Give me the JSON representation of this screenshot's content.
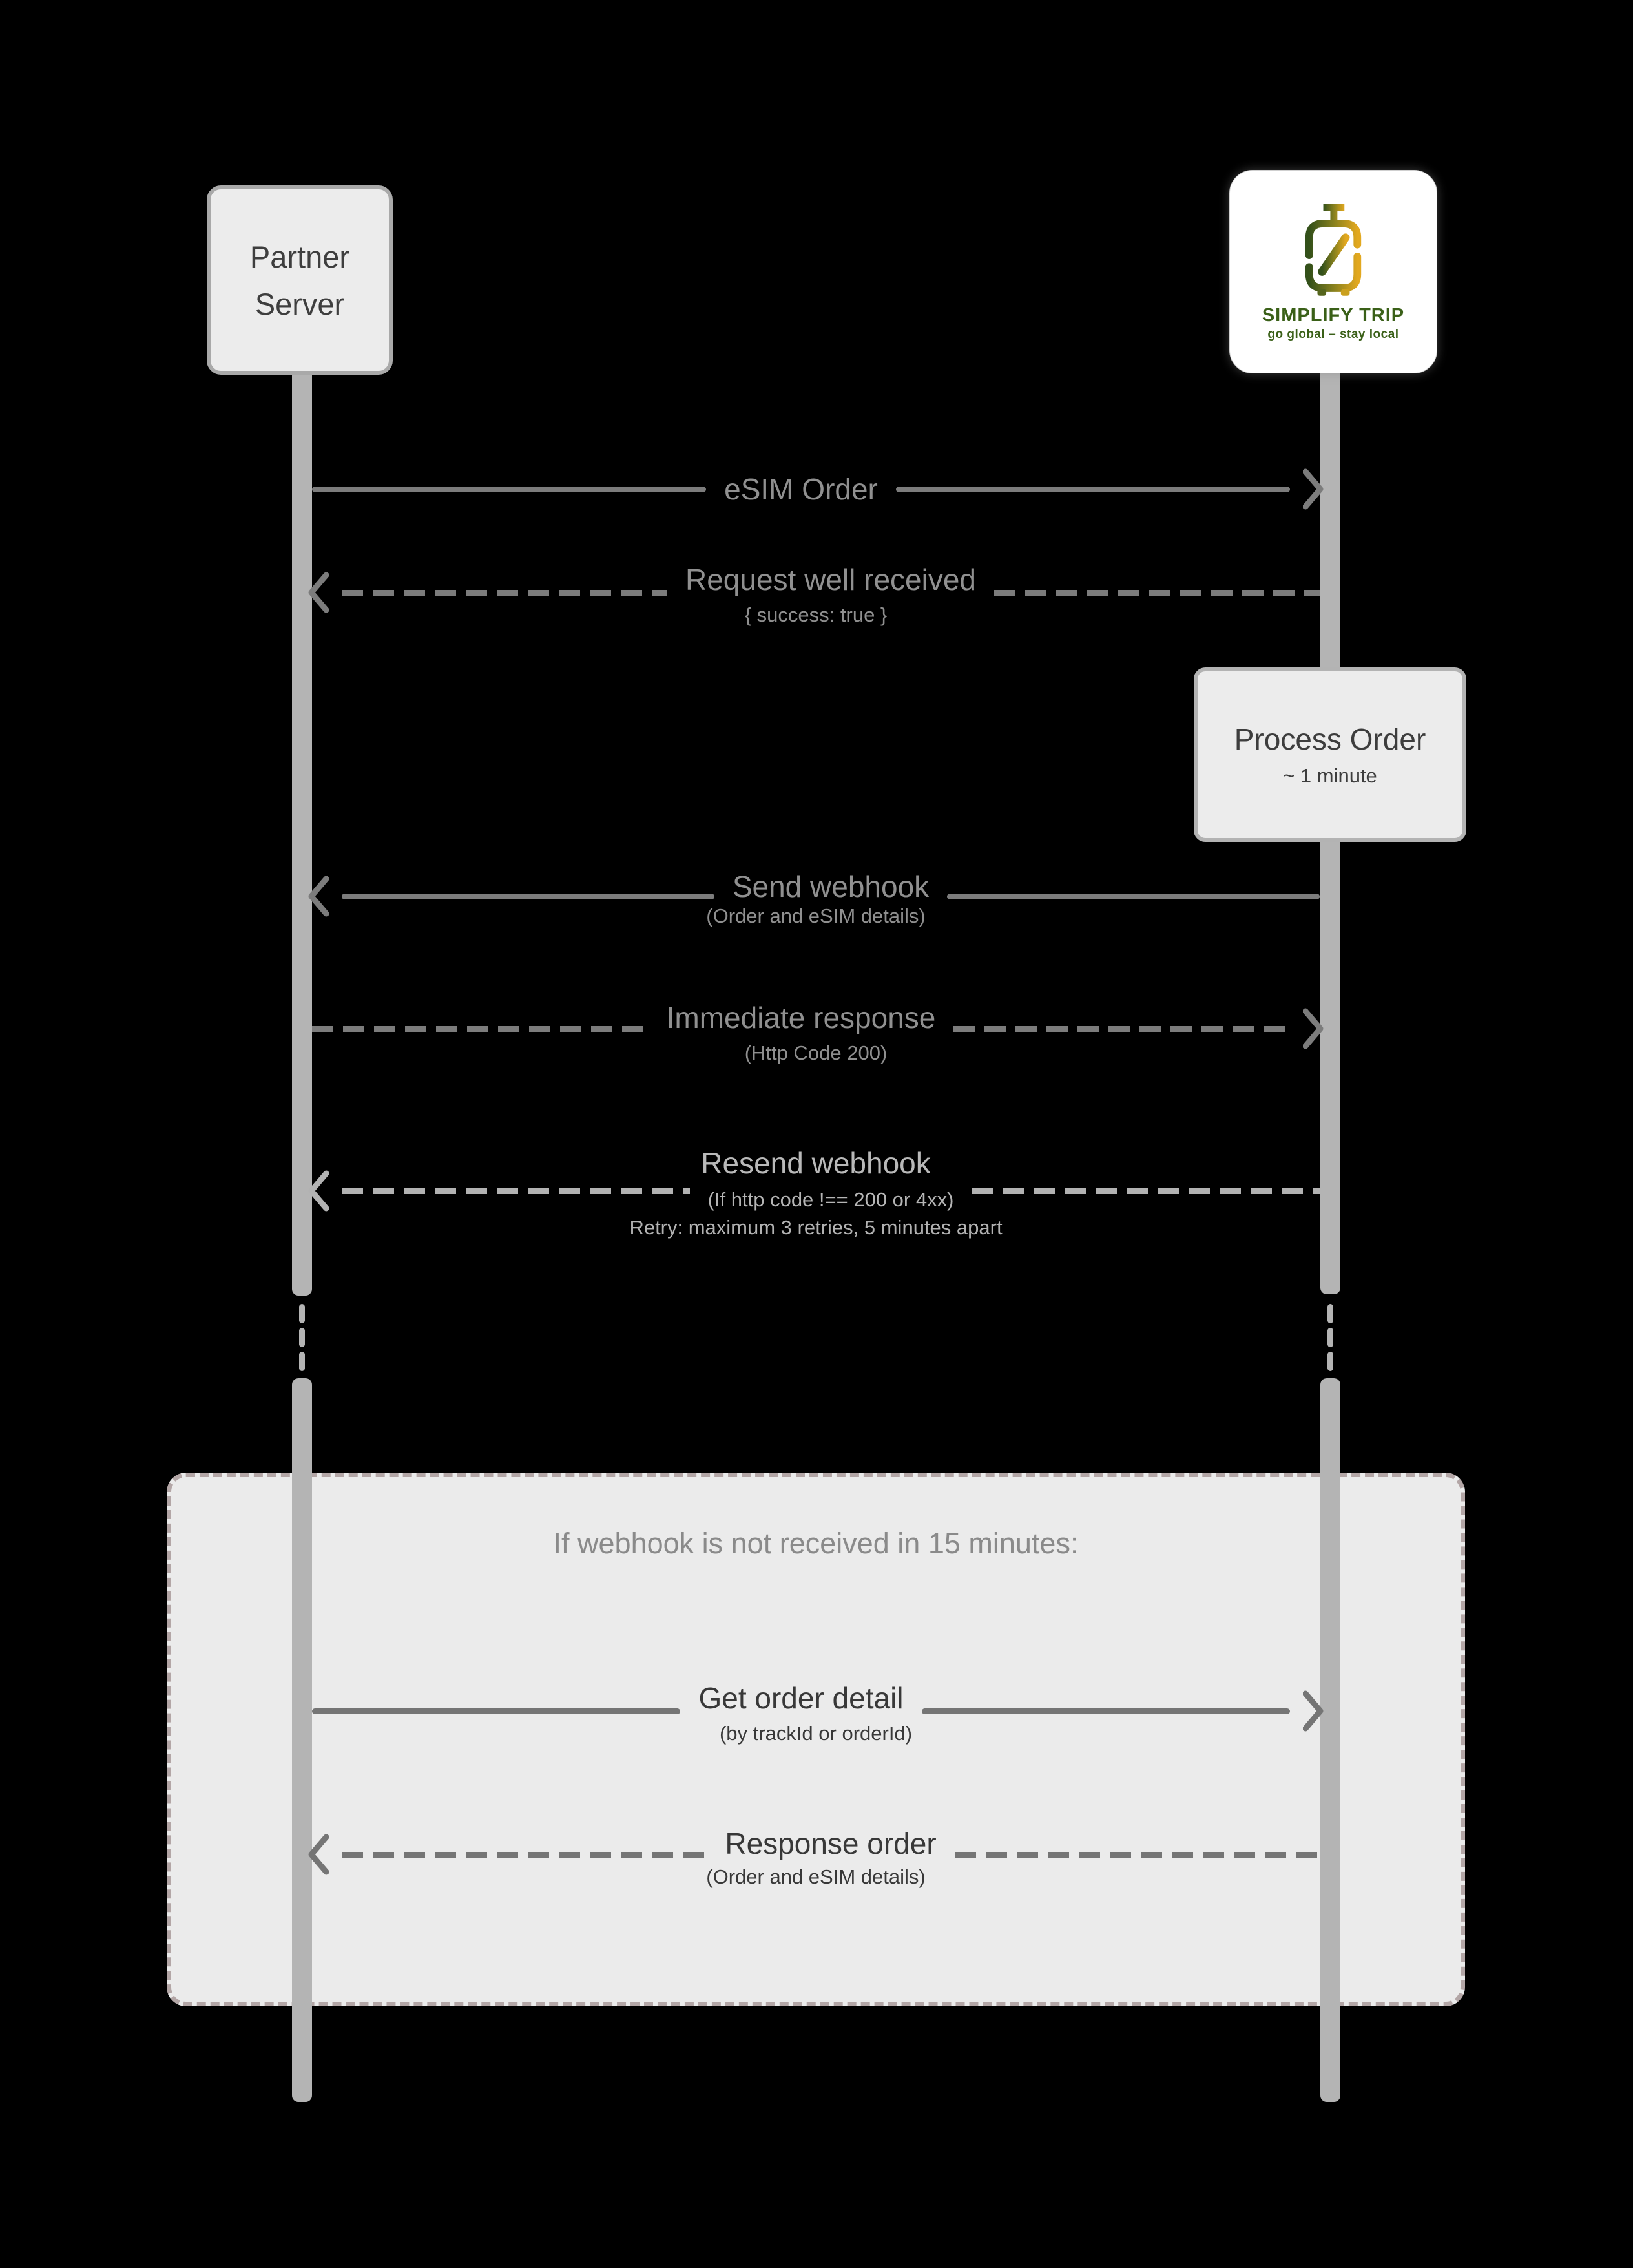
{
  "actors": {
    "partner": {
      "line1": "Partner",
      "line2": "Server"
    },
    "provider": {
      "brand": "SIMPLIFY TRIP",
      "tagline": "go global – stay local"
    }
  },
  "activation": {
    "title": "Process Order",
    "subtitle": "~ 1 minute"
  },
  "messages": {
    "esim_order": {
      "label": "eSIM Order",
      "style": "solid",
      "direction": "right"
    },
    "request_received": {
      "label": "Request well received",
      "sub": "{ success: true }",
      "style": "dashed",
      "direction": "left"
    },
    "send_webhook": {
      "label": "Send webhook",
      "sub": "(Order and eSIM details)",
      "style": "solid",
      "direction": "left"
    },
    "immediate_response": {
      "label": "Immediate response",
      "sub": "(Http Code 200)",
      "style": "dashed",
      "direction": "right"
    },
    "resend_webhook": {
      "label": "Resend webhook",
      "sub": "(If http code !== 200 or 4xx)",
      "note": "Retry: maximum 3 retries, 5 minutes apart",
      "style": "dashed",
      "direction": "left"
    },
    "get_order_detail": {
      "label": "Get order detail",
      "sub": "(by trackId or orderId)",
      "style": "solid",
      "direction": "right"
    },
    "response_order": {
      "label": "Response order",
      "sub": "(Order and eSIM details)",
      "style": "dashed",
      "direction": "left"
    }
  },
  "fallback": {
    "title": "If webhook is not received in 15 minutes:"
  },
  "colors": {
    "background": "#000000",
    "lifeline": "#b4b4b4",
    "arrow_on_black": "#7c7c7c",
    "label_on_black": "#909090",
    "arrow_light_variant": "#b2b2b2",
    "actor_box_fill": "#ececec",
    "actor_box_border": "#a9a9a9",
    "fallback_fill": "#ebebeb",
    "fallback_border": "#b3a6a6",
    "arrow_in_box": "#757575",
    "label_in_box": "#383838",
    "brand_green": "#3a6018",
    "brand_gold": "#e2a81f"
  }
}
